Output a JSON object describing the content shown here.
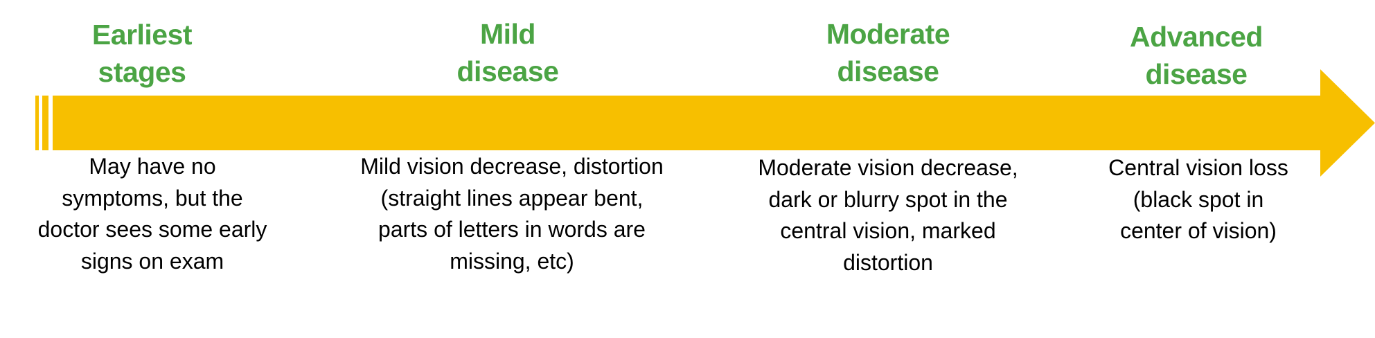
{
  "colors": {
    "heading_green": "#4BA444",
    "arrow_yellow": "#F7BF00",
    "text": "#000000",
    "background": "#FFFFFF"
  },
  "timeline": {
    "arrow_icon": "right-arrow-timeline",
    "stages": [
      {
        "title_lines": [
          "Earliest",
          "stages"
        ],
        "description_lines": [
          "May have no",
          "symptoms, but the",
          "doctor sees some early",
          "signs on exam"
        ]
      },
      {
        "title_lines": [
          "Mild",
          "disease"
        ],
        "description_lines": [
          "Mild vision decrease, distortion",
          "(straight lines appear bent,",
          "parts of letters in words are",
          "missing, etc)"
        ]
      },
      {
        "title_lines": [
          "Moderate",
          "disease"
        ],
        "description_lines": [
          "Moderate vision decrease,",
          "dark or blurry spot in the",
          "central vision, marked",
          "distortion"
        ]
      },
      {
        "title_lines": [
          "Advanced",
          "disease"
        ],
        "description_lines": [
          "Central vision loss",
          "(black spot in",
          "center of vision)"
        ]
      }
    ]
  }
}
